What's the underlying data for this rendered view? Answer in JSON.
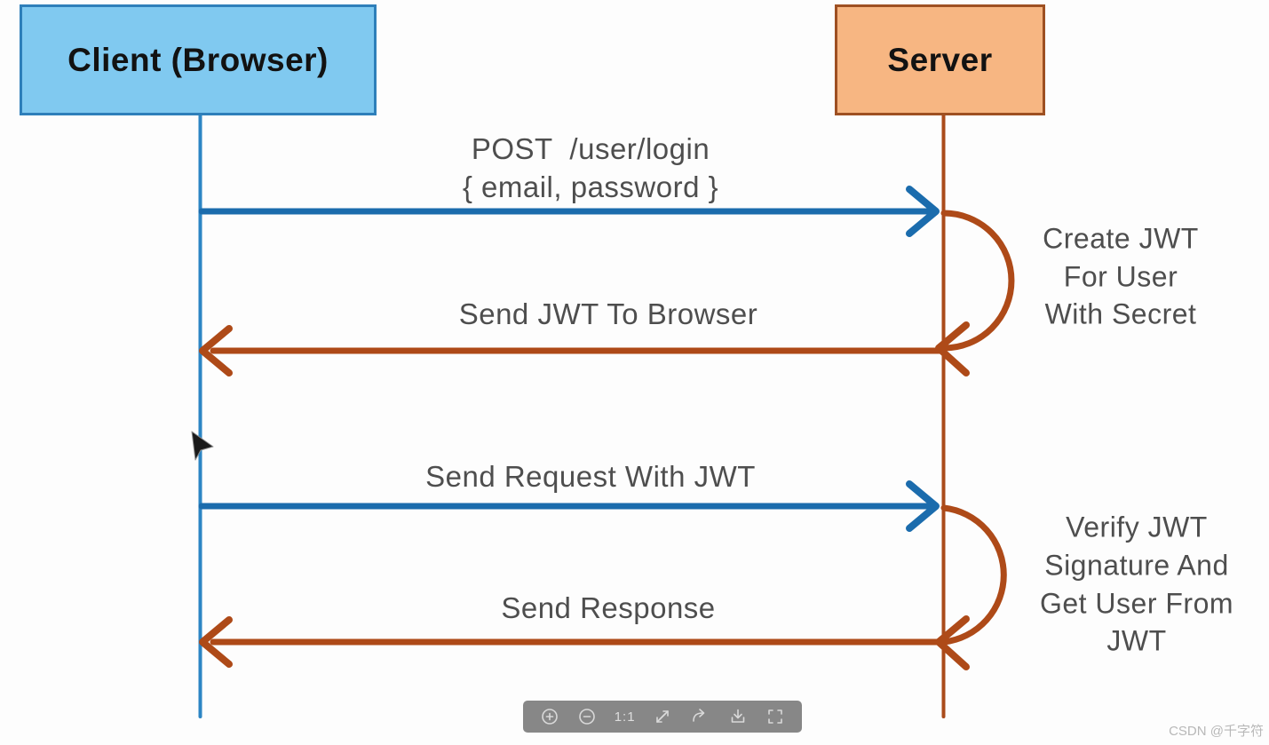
{
  "diagram": {
    "actors": [
      {
        "id": "client",
        "label": "Client (Browser)"
      },
      {
        "id": "server",
        "label": "Server"
      }
    ],
    "messages": [
      {
        "from": "client",
        "to": "server",
        "lines": [
          "POST  /user/login",
          "{ email, password }"
        ]
      },
      {
        "from": "server",
        "to": "client",
        "lines": [
          "Send JWT To Browser"
        ]
      },
      {
        "from": "client",
        "to": "server",
        "lines": [
          "Send Request With JWT"
        ]
      },
      {
        "from": "server",
        "to": "client",
        "lines": [
          "Send Response"
        ]
      }
    ],
    "self_loops": [
      {
        "actor": "server",
        "lines": [
          "Create JWT",
          "For User",
          "With Secret"
        ]
      },
      {
        "actor": "server",
        "lines": [
          "Verify JWT",
          "Signature And",
          "Get User From",
          "JWT"
        ]
      }
    ],
    "colors": {
      "client_border": "#2e7fba",
      "client_fill": "#80c9f0",
      "client_lifeline": "#2c85c4",
      "server_border": "#9e5022",
      "server_fill": "#f7b682",
      "server_lifeline": "#aa4b1b",
      "blue_arrow": "#1b6cad",
      "brown_arrow": "#ae4a18",
      "label_text": "#4e4e4e"
    }
  },
  "toolbar": {
    "ratio_label": "1:1",
    "icons": [
      {
        "name": "zoom-in"
      },
      {
        "name": "zoom-out"
      },
      {
        "name": "ratio-1:1"
      },
      {
        "name": "resize-expand"
      },
      {
        "name": "redo-arrow"
      },
      {
        "name": "download"
      },
      {
        "name": "fullscreen"
      }
    ]
  },
  "watermark": {
    "text": "CSDN @千字符"
  }
}
